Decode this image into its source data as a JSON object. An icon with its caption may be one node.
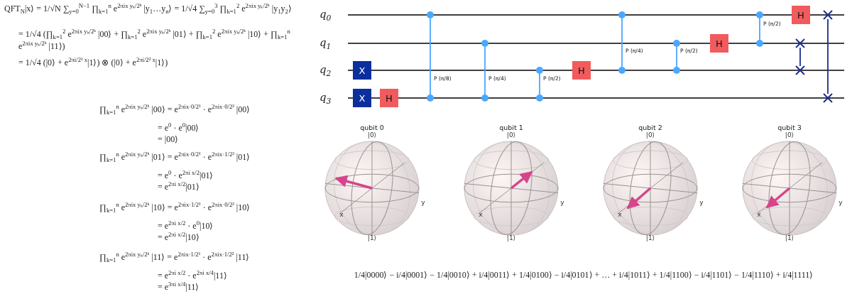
{
  "diagram": {
    "nodes": [
      {
        "text": [
          "X"
        ]
      },
      {
        "text": [
          "X"
        ]
      },
      {
        "text": [
          "H"
        ]
      },
      {
        "text": [],
        "shape": "circle"
      },
      {
        "text": [],
        "shape": "circle"
      },
      {
        "text": [],
        "shape": "circle"
      },
      {
        "text": [],
        "shape": "circle"
      },
      {
        "text": [],
        "shape": "circle"
      },
      {
        "text": [],
        "shape": "circle"
      },
      {
        "text": [
          "H"
        ]
      },
      {
        "text": [],
        "shape": "circle"
      },
      {
        "text": [],
        "shape": "circle"
      },
      {
        "text": [],
        "shape": "circle"
      },
      {
        "text": [],
        "shape": "circle"
      },
      {
        "text": [
          "H"
        ]
      },
      {
        "text": [],
        "shape": "circle"
      },
      {
        "text": [],
        "shape": "circle"
      },
      {
        "text": [
          "H"
        ]
      },
      {
        "text": [],
        "shape": "cross"
      },
      {
        "text": [],
        "shape": "cross"
      },
      {
        "text": [],
        "shape": "cross"
      },
      {
        "text": [],
        "shape": "cross"
      }
    ],
    "edges": [
      {
        "from": 3,
        "to": 4,
        "arrow": "none",
        "label": "P (π/8)"
      },
      {
        "from": 5,
        "to": 6,
        "arrow": "none",
        "label": "P (π/4)"
      },
      {
        "from": 7,
        "to": 8,
        "arrow": "none",
        "label": "P (π/2)"
      },
      {
        "from": 10,
        "to": 11,
        "arrow": "none",
        "label": "P (π/4)"
      },
      {
        "from": 12,
        "to": 13,
        "arrow": "none",
        "label": "P (π/2)"
      },
      {
        "from": 15,
        "to": 16,
        "arrow": "none",
        "label": "P (π/2)"
      },
      {
        "from": 18,
        "to": 19,
        "arrow": "none",
        "color": "#1a2d8e"
      },
      {
        "from": 20,
        "to": 21,
        "arrow": "none",
        "color": "#1a2d8e"
      }
    ],
    "labels": [
      "QFT$_{N}$|x⟩ = 1/√N ∑$_{y=0}$$^{N−1}$ ∏$_{k=1}$$^{n}$ e$^{2πix yₖ/2ᵏ}$ |y$_{1}$…y$_{n}$⟩ = 1/√4 ∑$_{y=0}$$^{3}$ ∏$_{k=1}$$^{2}$ e$^{2πix yₖ/2ᵏ}$ |y$_{1}$y$_{2}$⟩",
      "= 1/√4 (∏$_{k=1}$$^{2}$ e$^{2πix yₖ/2ᵏ}$ |00⟩ + ∏$_{k=1}$$^{2}$ e$^{2πix yₖ/2ᵏ}$ |01⟩ + ∏$_{k=1}$$^{2}$ e$^{2πix yₖ/2ᵏ}$ |10⟩ + ∏$_{k=1}$$^{n}$ e$^{2πix yₖ/2ᵏ}$ |11⟩)",
      "= 1/√4 (|0⟩ + e$^{2πi/2¹ x}$|1⟩) ⊗ (|0⟩ + e$^{2πi/2² x}$|1⟩)",
      "∏$_{k=1}$$^{n}$ e$^{2πix yₖ/2ᵏ}$ |00⟩ = e$^{2πix·0/2¹}$ · e$^{2πix·0/2²}$ |00⟩",
      "= e$^{0}$ · e$^{0}$|00⟩",
      "= |00⟩",
      "∏$_{k=1}$$^{n}$ e$^{2πix yₖ/2ᵏ}$ |01⟩ = e$^{2πix·0/2¹}$ · e$^{2πix·1/2²}$ |01⟩",
      "= e$^{0}$ · e$^{2πi x/2}$|01⟩",
      "= e$^{2πi x/2}$|01⟩",
      "∏$_{k=1}$$^{n}$ e$^{2πix yₖ/2ᵏ}$ |10⟩ = e$^{2πix·1/2¹}$ · e$^{2πix·0/2²}$ |10⟩",
      "= e$^{2πi x/2}$ · e$^{0}$|10⟩",
      "= e$^{2πi x/2}$|10⟩",
      "∏$_{k=1}$$^{n}$ e$^{2πix yₖ/2ᵏ}$ |11⟩ = e$^{2πix·1/2¹}$ · e$^{2πix·1/2²}$ |11⟩",
      "= e$^{2πi x/2}$ · e$^{2πi x/4}$|11⟩",
      "= e$^{3πi x/4}$|11⟩",
      "q$_{0}$",
      "q$_{1}$",
      "q$_{2}$",
      "q$_{3}$",
      "qubit 0",
      "|0⟩",
      "|1⟩",
      "x",
      "y",
      "qubit 1",
      "|0⟩",
      "|1⟩",
      "x",
      "y",
      "qubit 2",
      "|0⟩",
      "|1⟩",
      "x",
      "y",
      "qubit 3",
      "|0⟩",
      "|1⟩",
      "x",
      "y",
      "1/4|0000⟩ − i/4|0001⟩ − 1/4|0010⟩ + i/4|0011⟩ + 1/4|0100⟩ − i/4|0101⟩ + … + i/4|1011⟩ + 1/4|1100⟩ − i/4|1101⟩ − 1/4|1110⟩ + i/4|1111⟩"
    ]
  }
}
